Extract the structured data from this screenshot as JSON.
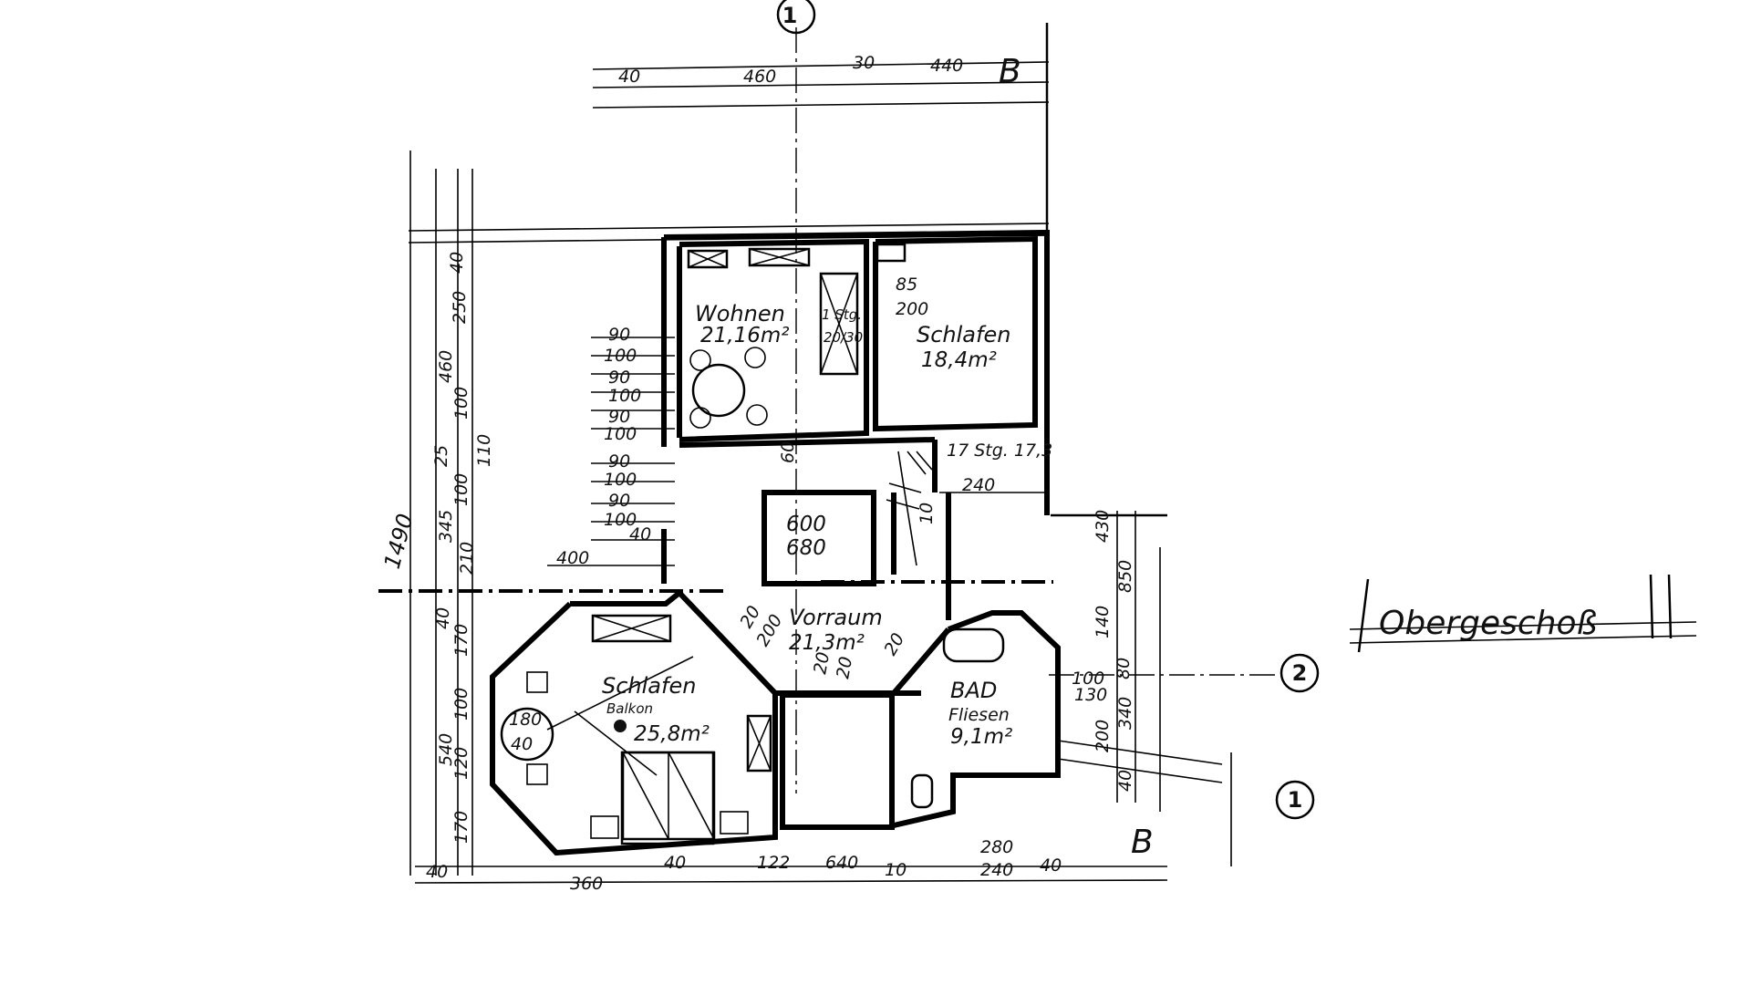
{
  "title": "Obergeschoß",
  "axis_labels": {
    "axis1_top": "1",
    "axis1_bottom": "1",
    "axis2": "2",
    "section_top": "B",
    "section_bottom": "B"
  },
  "rooms": {
    "wohnen": {
      "name": "Wohnen",
      "area": "21,16m²"
    },
    "schlafen_ne": {
      "name": "Schlafen",
      "area": "18,4m²",
      "door_w": "85",
      "door_h": "200"
    },
    "schlafen_sw": {
      "name": "Schlafen",
      "sub": "Balkon",
      "area": "25,8m²"
    },
    "vorraum": {
      "name": "Vorraum",
      "area": "21,3m²"
    },
    "bad": {
      "name": "BAD",
      "sub": "Fliesen",
      "area": "9,1m²"
    },
    "stair_void": {
      "a": "600",
      "b": "680"
    },
    "wardrobe": {
      "a": "1 Stg.",
      "b": "20/30"
    },
    "stair_note": "17 Stg. 17,3",
    "stair_width": "240"
  },
  "dims_top": [
    "40",
    "460",
    "30",
    "440"
  ],
  "dims_left_outer": [
    "40",
    "250",
    "460",
    "100",
    "25",
    "110",
    "100",
    "345",
    "210",
    "1490"
  ],
  "dims_left_window": [
    "90",
    "100",
    "90",
    "100",
    "90",
    "100",
    "90",
    "100",
    "90",
    "100",
    "40"
  ],
  "dims_left_lower": [
    "40",
    "170",
    "100",
    "540",
    "120",
    "170"
  ],
  "dims_right": [
    "430",
    "850",
    "140",
    "80",
    "130",
    "100",
    "340",
    "200",
    "40"
  ],
  "dims_bottom": [
    "40",
    "360",
    "40",
    "122",
    "640",
    "10",
    "280",
    "240",
    "40"
  ],
  "dims_misc": [
    "400",
    "180",
    "40",
    "20",
    "200",
    "20",
    "20",
    "20",
    "10",
    "60"
  ]
}
